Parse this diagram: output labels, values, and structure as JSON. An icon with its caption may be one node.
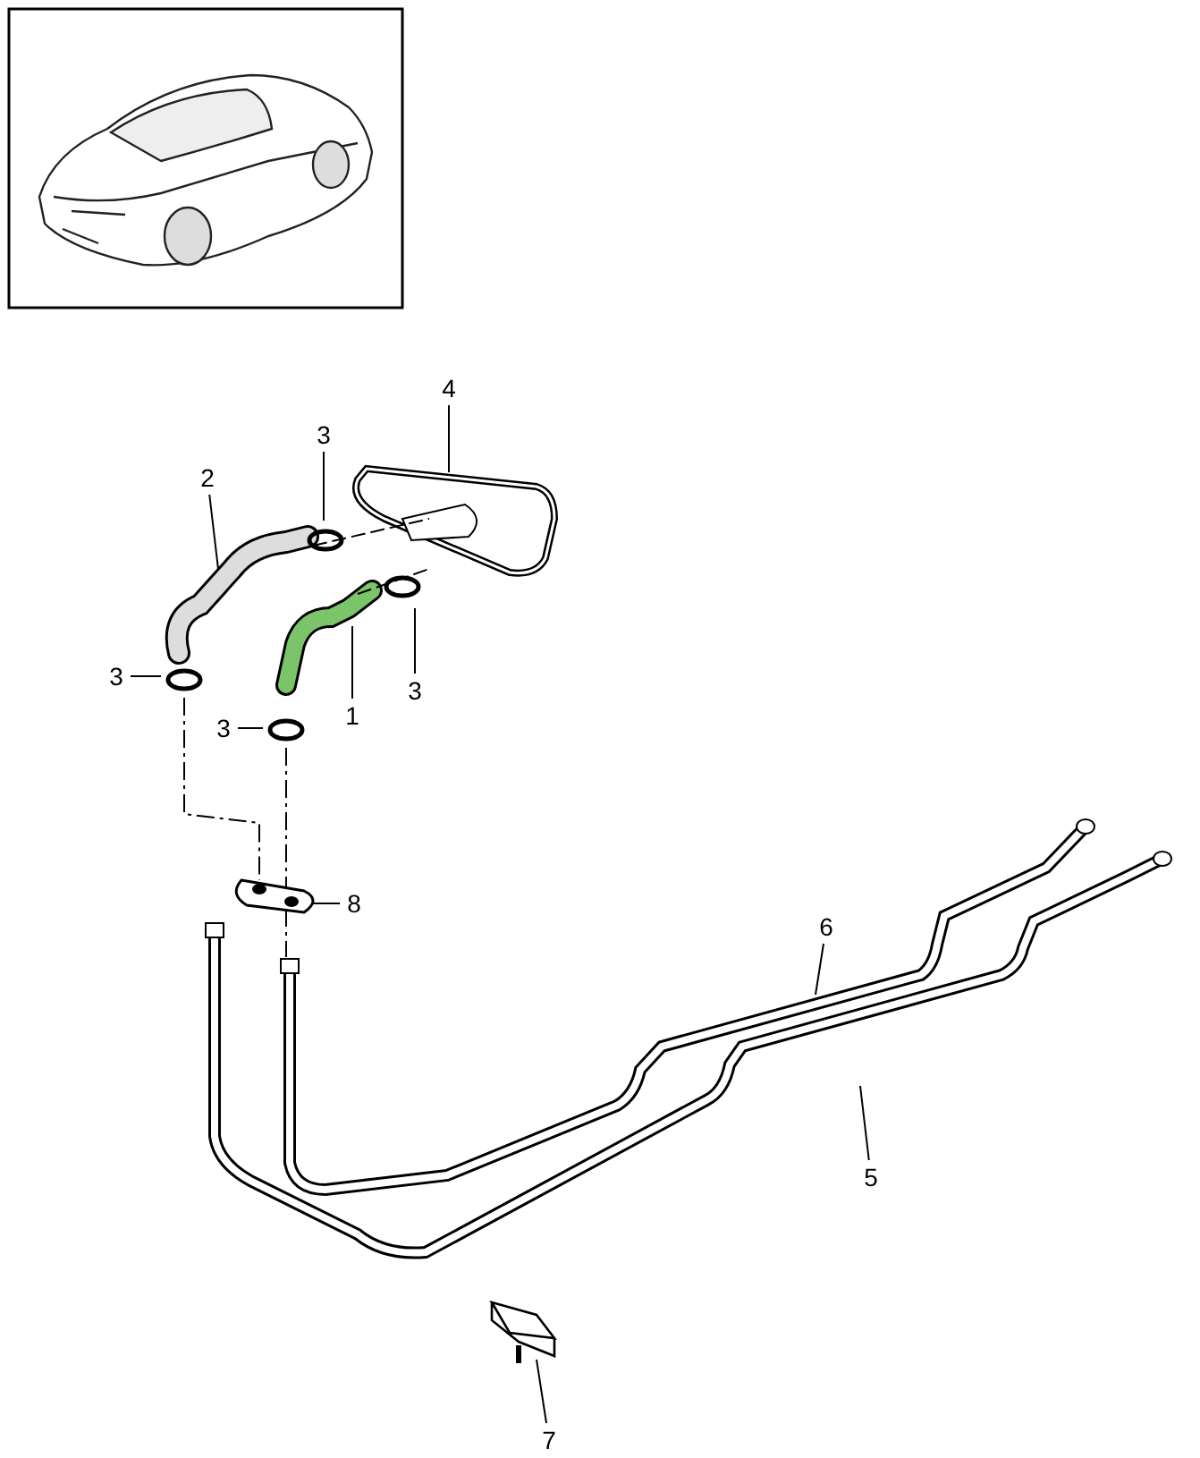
{
  "diagram": {
    "nodes": [
      {
        "text": [
          "4"
        ]
      },
      {
        "text": [
          "3"
        ]
      },
      {
        "text": [
          "2"
        ]
      },
      {
        "text": [
          "3"
        ]
      },
      {
        "text": [
          "1"
        ]
      },
      {
        "text": [
          "3"
        ]
      },
      {
        "text": [
          "3"
        ]
      },
      {
        "text": [
          "8"
        ]
      },
      {
        "text": [
          "6"
        ]
      },
      {
        "text": [
          "5"
        ]
      },
      {
        "text": [
          "7"
        ]
      }
    ],
    "edges": [
      {
        "from": 0,
        "to": null,
        "arrow": "none"
      },
      {
        "from": 1,
        "to": null,
        "arrow": "none"
      },
      {
        "from": 2,
        "to": null,
        "arrow": "none"
      },
      {
        "from": 3,
        "to": null,
        "arrow": "none"
      },
      {
        "from": 4,
        "to": null,
        "arrow": "none"
      },
      {
        "from": 5,
        "to": null,
        "arrow": "none"
      },
      {
        "from": 6,
        "to": null,
        "arrow": "none"
      },
      {
        "from": 7,
        "to": null,
        "arrow": "none"
      },
      {
        "from": 8,
        "to": null,
        "arrow": "none"
      },
      {
        "from": 9,
        "to": null,
        "arrow": "none"
      },
      {
        "from": 10,
        "to": null,
        "arrow": "none"
      }
    ]
  }
}
